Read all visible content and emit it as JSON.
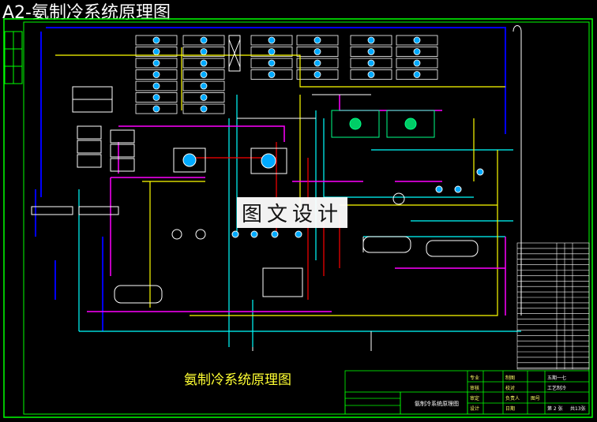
{
  "sheet": {
    "title": "A2-氨制冷系统原理图",
    "watermark": "图文设计",
    "drawing_name": "氨制冷系统原理图"
  },
  "title_block": {
    "drawing_title": "氨制冷系统原理图",
    "sheet_no": "第 2 张",
    "total": "共13张",
    "project": "五期一七",
    "stage": "工艺制冷",
    "labels": [
      "专业",
      "审核",
      "审定",
      "设计",
      "制图",
      "校对",
      "负责人",
      "日期",
      "图号"
    ]
  },
  "colors": {
    "background": "#000000",
    "frame": "#00ff00",
    "suction": "#00ffff",
    "liquid": "#ffff00",
    "hot_gas": "#ff00ff",
    "discharge": "#ff0000",
    "water": "#0000ff",
    "equipment": "#ffffff"
  }
}
